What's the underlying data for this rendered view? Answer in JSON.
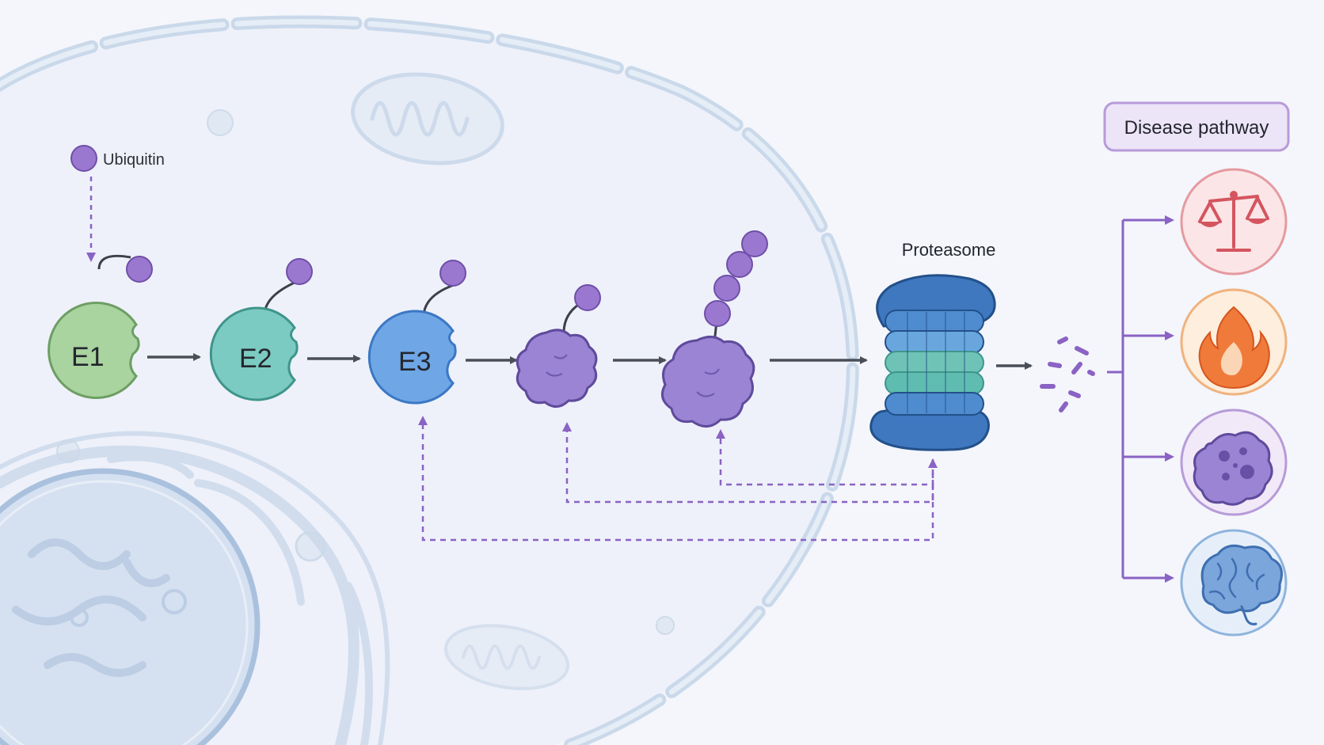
{
  "labels": {
    "ubiquitin": "Ubiquitin",
    "e1": "E1",
    "e2": "E2",
    "e3": "E3",
    "proteasome": "Proteasome",
    "disease_pathway": "Disease pathway"
  },
  "disease_icons": [
    "balance-scale-icon",
    "flame-icon",
    "tumor-cell-icon",
    "brain-icon"
  ],
  "colors": {
    "ubiquitin": "#9b78d0",
    "e1": "#a9d39f",
    "e2": "#7ccbc2",
    "e3": "#6fa6e6",
    "substrate": "#9a84d3",
    "proteasome_dark": "#3f78bf",
    "proteasome_teal": "#5fbcb0",
    "arrow": "#4a4f57",
    "feedback": "#8a63c4",
    "disease_red": "#e59aa0",
    "disease_orange": "#f0b27e",
    "disease_purple": "#b79bd8",
    "disease_blue": "#8fb4dd"
  }
}
